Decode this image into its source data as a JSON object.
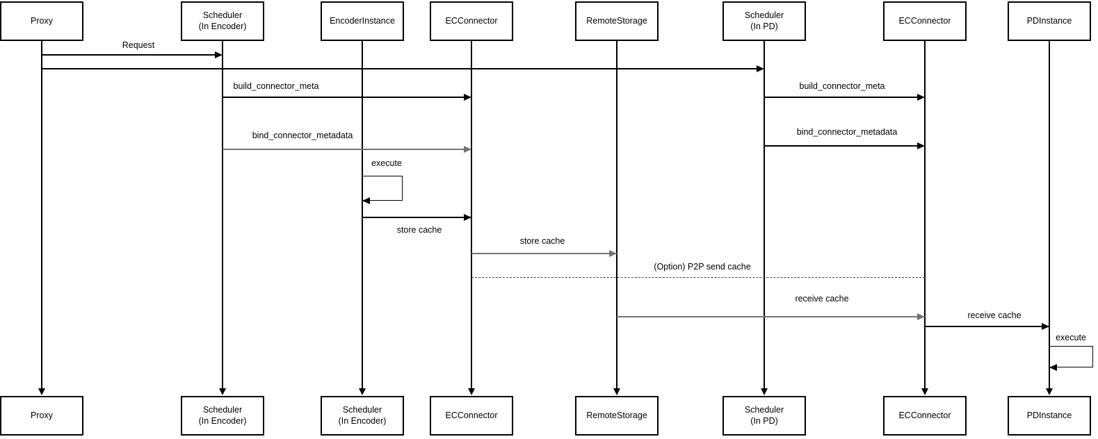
{
  "diagram": {
    "type": "uml-sequence-diagram",
    "background": "#ffffff",
    "colors": {
      "box_stroke": "#000000",
      "box_fill": "#ffffff",
      "text": "#000000",
      "arrow_default": "#000000",
      "arrow_muted": "#737373"
    },
    "actors": [
      {
        "name": "proxy",
        "top_label": "Proxy",
        "bottom_label": "Proxy"
      },
      {
        "name": "scheduler-in-encoder",
        "top_label": "Scheduler\n(In Encoder)",
        "bottom_label": "Scheduler\n(In Encoder)"
      },
      {
        "name": "encoder-instance",
        "top_label": "EncoderInstance",
        "bottom_label": "Scheduler\n(In Encoder)"
      },
      {
        "name": "ec-connector-encoder",
        "top_label": "ECConnector",
        "bottom_label": "ECConnector"
      },
      {
        "name": "remote-storage",
        "top_label": "RemoteStorage",
        "bottom_label": "RemoteStorage"
      },
      {
        "name": "scheduler-in-pd",
        "top_label": "Scheduler\n(In PD)",
        "bottom_label": "Scheduler\n(In PD)"
      },
      {
        "name": "ec-connector-pd",
        "top_label": "ECConnector",
        "bottom_label": "ECConnector"
      },
      {
        "name": "pd-instance",
        "top_label": "PDInstance",
        "bottom_label": "PDInstance"
      }
    ],
    "messages": [
      {
        "label": "Request",
        "from": "Proxy",
        "to": "Scheduler (In Encoder)",
        "style": "solid-black"
      },
      {
        "label": "",
        "from": "Proxy",
        "to": "Scheduler (In PD)",
        "style": "solid-black"
      },
      {
        "label": "build_connector_meta",
        "from": "Scheduler (In Encoder)",
        "to": "ECConnector",
        "style": "solid-black"
      },
      {
        "label": "build_connector_meta",
        "from": "Scheduler (In PD)",
        "to": "ECConnector",
        "style": "solid-black"
      },
      {
        "label": "bind_connector_metadata",
        "from": "Scheduler (In Encoder)",
        "to": "ECConnector",
        "style": "solid-gray"
      },
      {
        "label": "bind_connector_metadata",
        "from": "Scheduler (In PD)",
        "to": "ECConnector",
        "style": "solid-black"
      },
      {
        "label": "execute",
        "from": "EncoderInstance",
        "to": "EncoderInstance",
        "style": "self-loop"
      },
      {
        "label": "store cache",
        "from": "EncoderInstance",
        "to": "ECConnector",
        "style": "solid-black",
        "label_position": "below"
      },
      {
        "label": "store cache",
        "from": "ECConnector",
        "to": "RemoteStorage",
        "style": "solid-gray"
      },
      {
        "label": "(Option) P2P send cache",
        "from": "ECConnector",
        "to": "ECConnector (In PD)",
        "style": "dashed-no-arrow"
      },
      {
        "label": "receive cache",
        "from": "RemoteStorage",
        "to": "ECConnector (In PD)",
        "style": "solid-gray"
      },
      {
        "label": "receive cache",
        "from": "ECConnector (In PD)",
        "to": "PDInstance",
        "style": "solid-black"
      },
      {
        "label": "execute",
        "from": "PDInstance",
        "to": "PDInstance",
        "style": "self-loop"
      }
    ]
  }
}
